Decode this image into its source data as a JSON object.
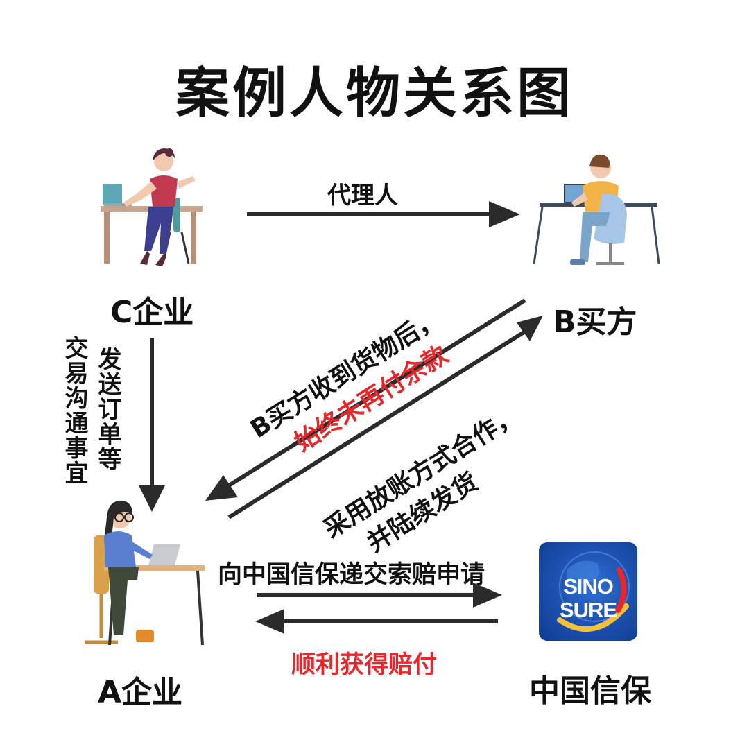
{
  "title": "案例人物关系图",
  "parties": {
    "c_company": "C企业",
    "b_buyer": "B买方",
    "a_company": "A企业",
    "sinosure": "中国信保"
  },
  "edges": {
    "agent": "代理人",
    "c_to_a_col1": "发送订单等",
    "c_to_a_col2": "交易沟通事宜",
    "b_unpaid_line1": "B买方收到货物后，",
    "b_unpaid_line2": "始终未再付余款",
    "a_ships_line1": "采用放账方式合作，",
    "a_ships_line2": "并陆续发货",
    "claim": "向中国信保递交索赔申请",
    "paid": "顺利获得赔付"
  },
  "logo": {
    "line1": "SINO",
    "line2": "SURE"
  },
  "colors": {
    "accent_red": "#e8272b",
    "arrow": "#2b2b2b",
    "logo_blue": "#1b4fae"
  }
}
